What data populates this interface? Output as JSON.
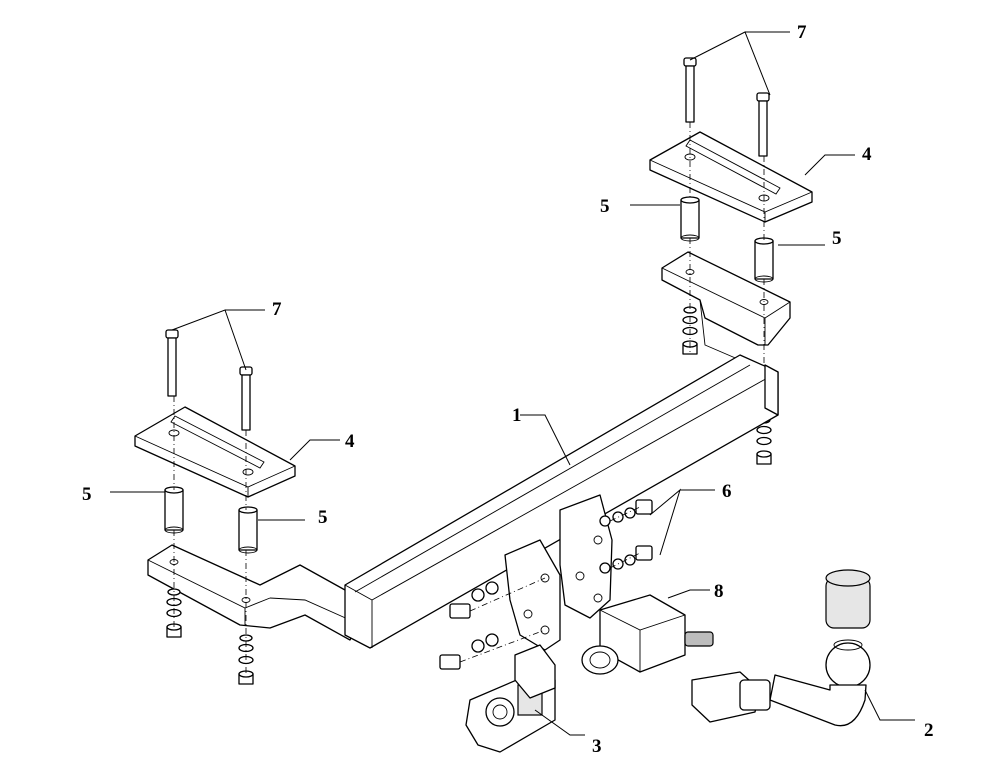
{
  "callouts": {
    "c1": "1",
    "c2": "2",
    "c3": "3",
    "c4_left": "4",
    "c4_right": "4",
    "c5_left_a": "5",
    "c5_left_b": "5",
    "c5_right_a": "5",
    "c5_right_b": "5",
    "c6": "6",
    "c7_left": "7",
    "c7_right": "7",
    "c8": "8"
  }
}
